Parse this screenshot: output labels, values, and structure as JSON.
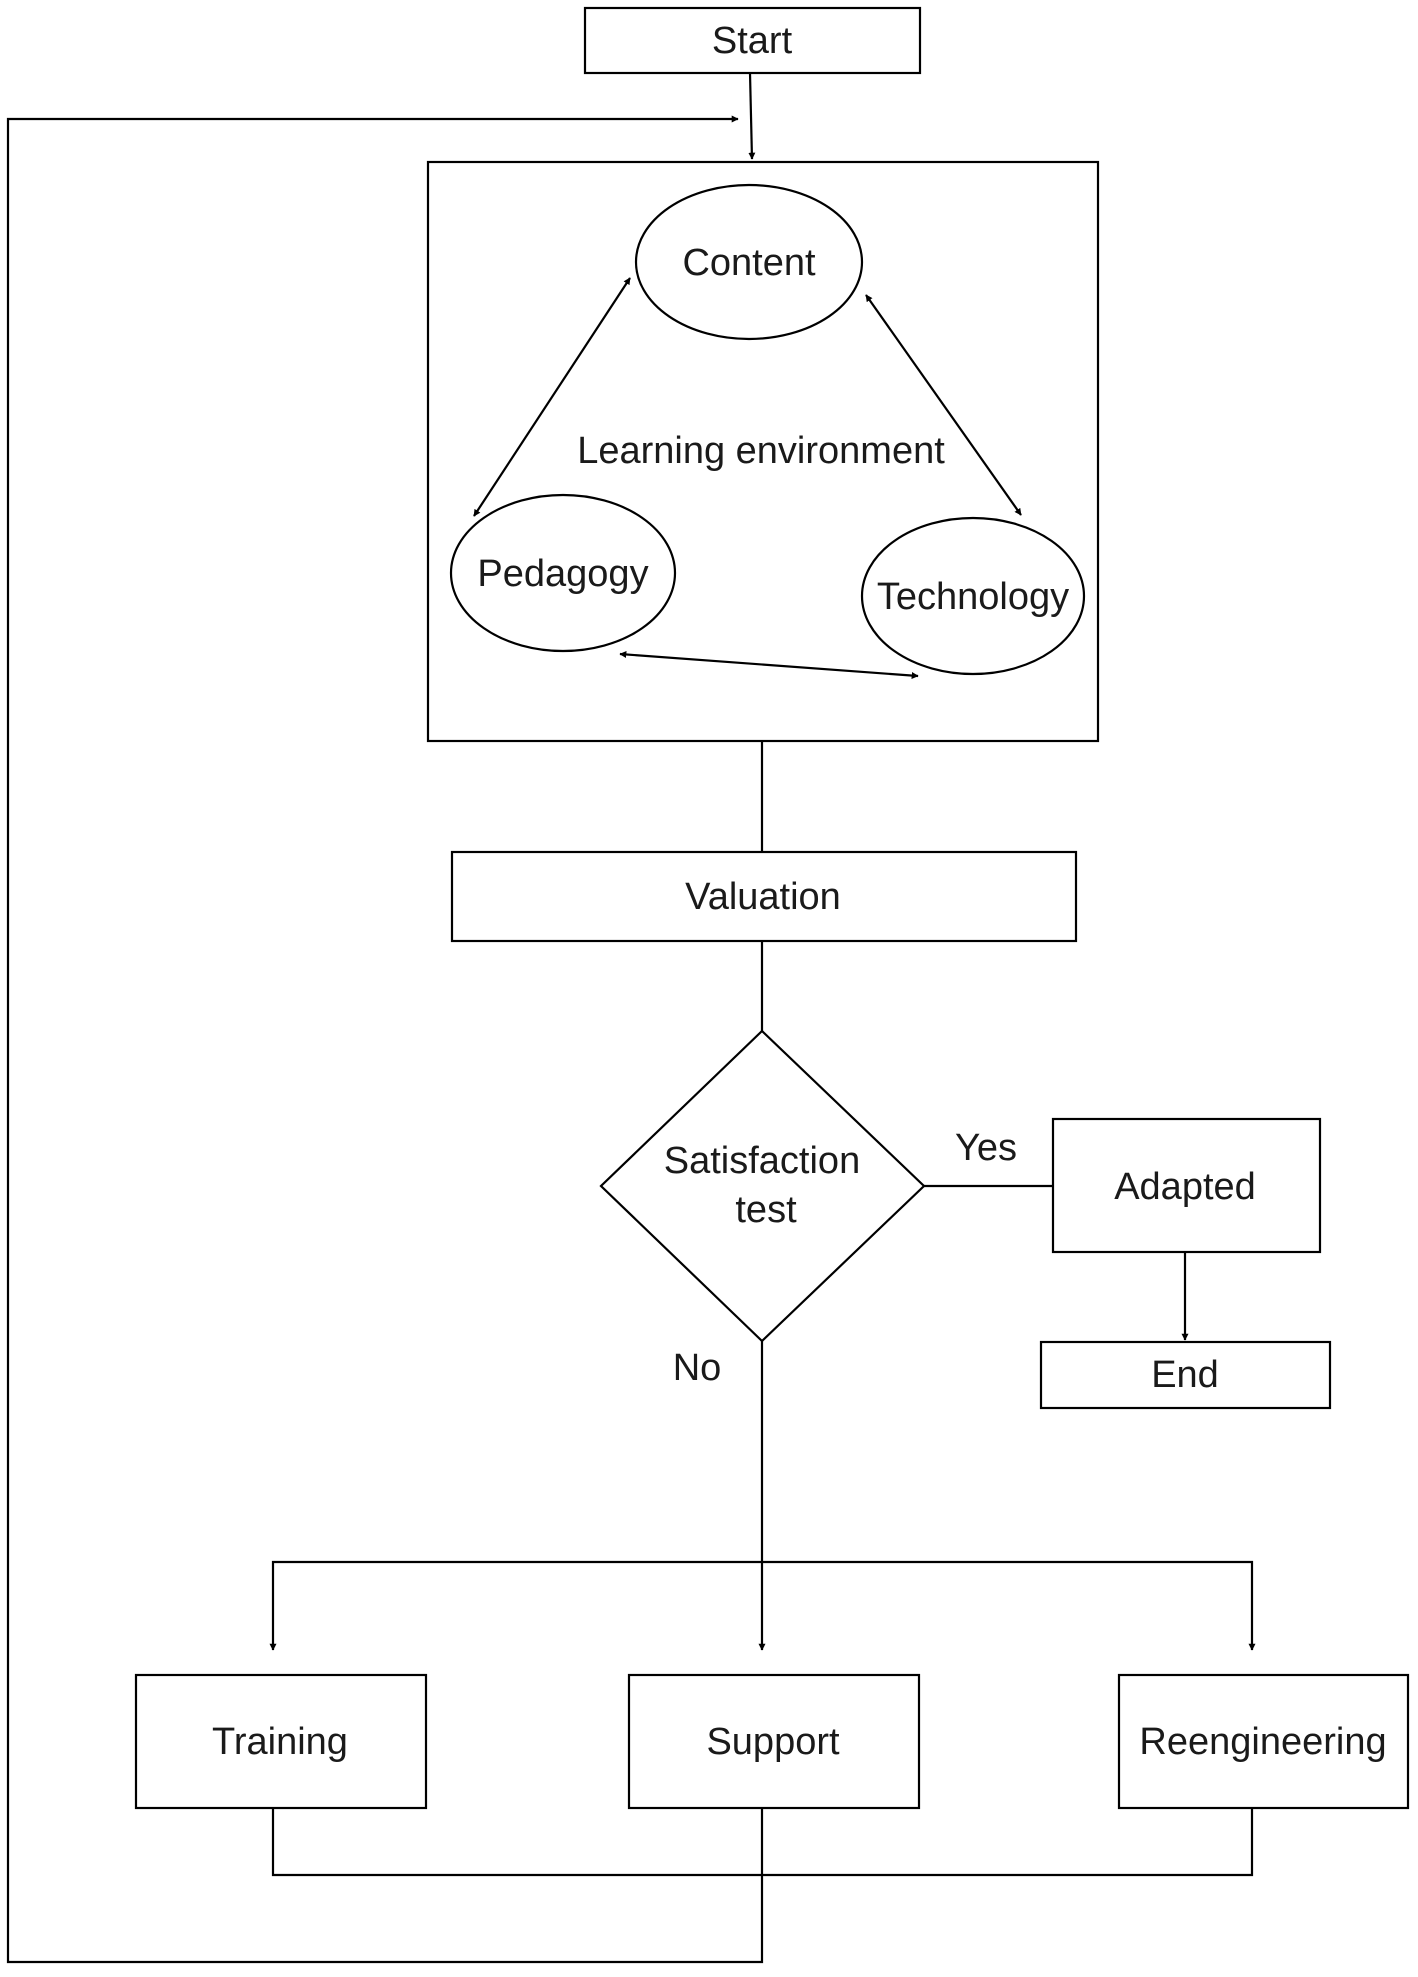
{
  "nodes": {
    "start": "Start",
    "content": "Content",
    "learning_environment": "Learning environment",
    "pedagogy": "Pedagogy",
    "technology": "Technology",
    "valuation": "Valuation",
    "satisfaction_line1": "Satisfaction",
    "satisfaction_line2": "test",
    "adapted": "Adapted",
    "end": "End",
    "training": "Training",
    "support": "Support",
    "reengineering": "Reengineering"
  },
  "edges": {
    "yes": "Yes",
    "no": "No"
  }
}
